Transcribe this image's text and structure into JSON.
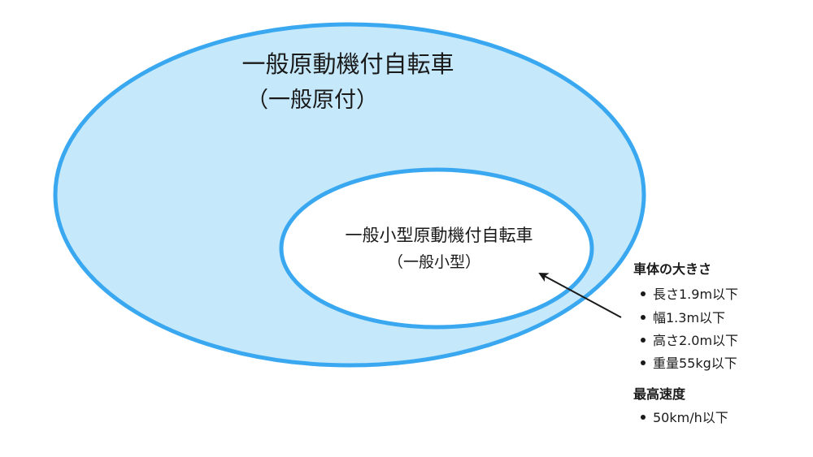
{
  "colors": {
    "outer_fill": "#c5e8fb",
    "outer_stroke": "#3aa8f0",
    "inner_fill": "#ffffff",
    "inner_stroke": "#3aa8f0",
    "text": "#1a1a1a",
    "arrow": "#1a1a1a"
  },
  "outer": {
    "title": "一般原動機付自転車",
    "subtitle": "（一般原付）"
  },
  "inner": {
    "title": "一般小型原動機付自転車",
    "subtitle": "（一般小型）"
  },
  "notes": {
    "size_heading": "車体の大きさ",
    "size_items": [
      "長さ1.9m以下",
      "幅1.3m以下",
      "高さ2.0m以下",
      "重量55kg以下"
    ],
    "speed_heading": "最高速度",
    "speed_items": [
      "50km/h以下"
    ]
  }
}
